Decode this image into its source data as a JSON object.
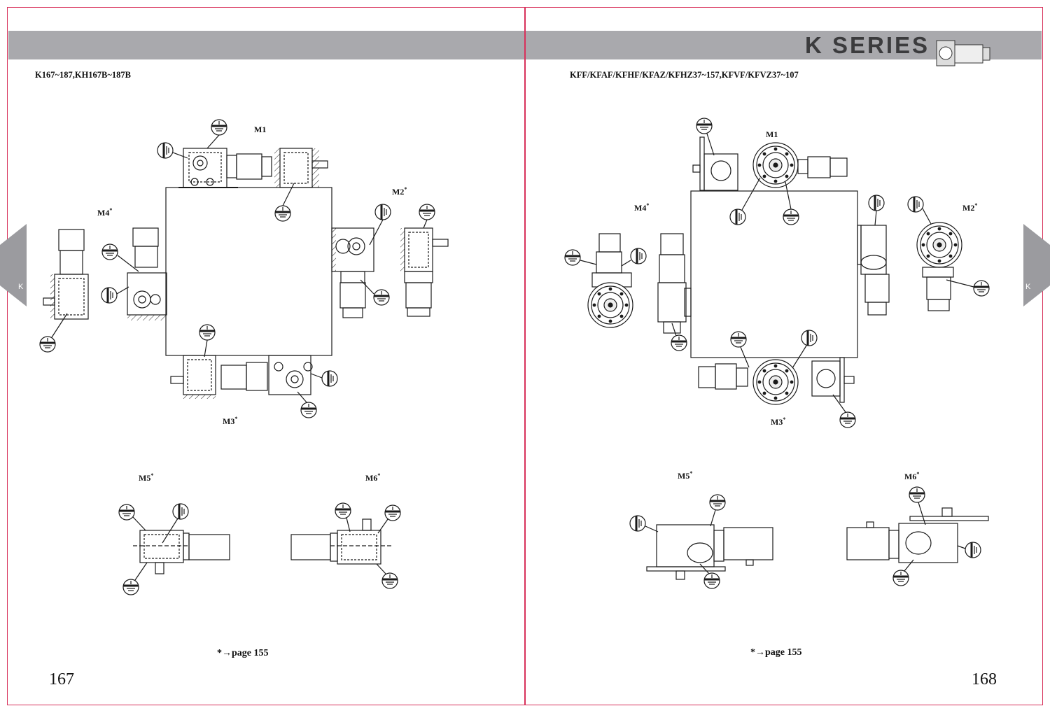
{
  "header": {
    "series_title": "K SERIES"
  },
  "left_page": {
    "model_range": "K167~187,KH167B~187B",
    "positions": {
      "m1": "M1",
      "m2": "M2",
      "m3": "M3",
      "m4": "M4",
      "m5": "M5",
      "m6": "M6"
    },
    "superscript": "*",
    "side_tab": "K",
    "page_ref": {
      "star_arrow": "*→",
      "word": "page",
      "number": "155"
    },
    "page_number": "167"
  },
  "right_page": {
    "model_range": "KFF/KFAF/KFHF/KFAZ/KFHZ37~157,KFVF/KFVZ37~107",
    "positions": {
      "m1": "M1",
      "m2": "M2",
      "m3": "M3",
      "m4": "M4",
      "m5": "M5",
      "m6": "M6"
    },
    "superscript": "*",
    "side_tab": "K",
    "page_ref": {
      "star_arrow": "*→",
      "word": "page",
      "number": "155"
    },
    "page_number": "168"
  },
  "colors": {
    "frame": "#d8315b",
    "band": "#a9a9ad",
    "tab": "#9b9b9f",
    "title": "#3b3b3d",
    "line": "#1a1a1a"
  }
}
